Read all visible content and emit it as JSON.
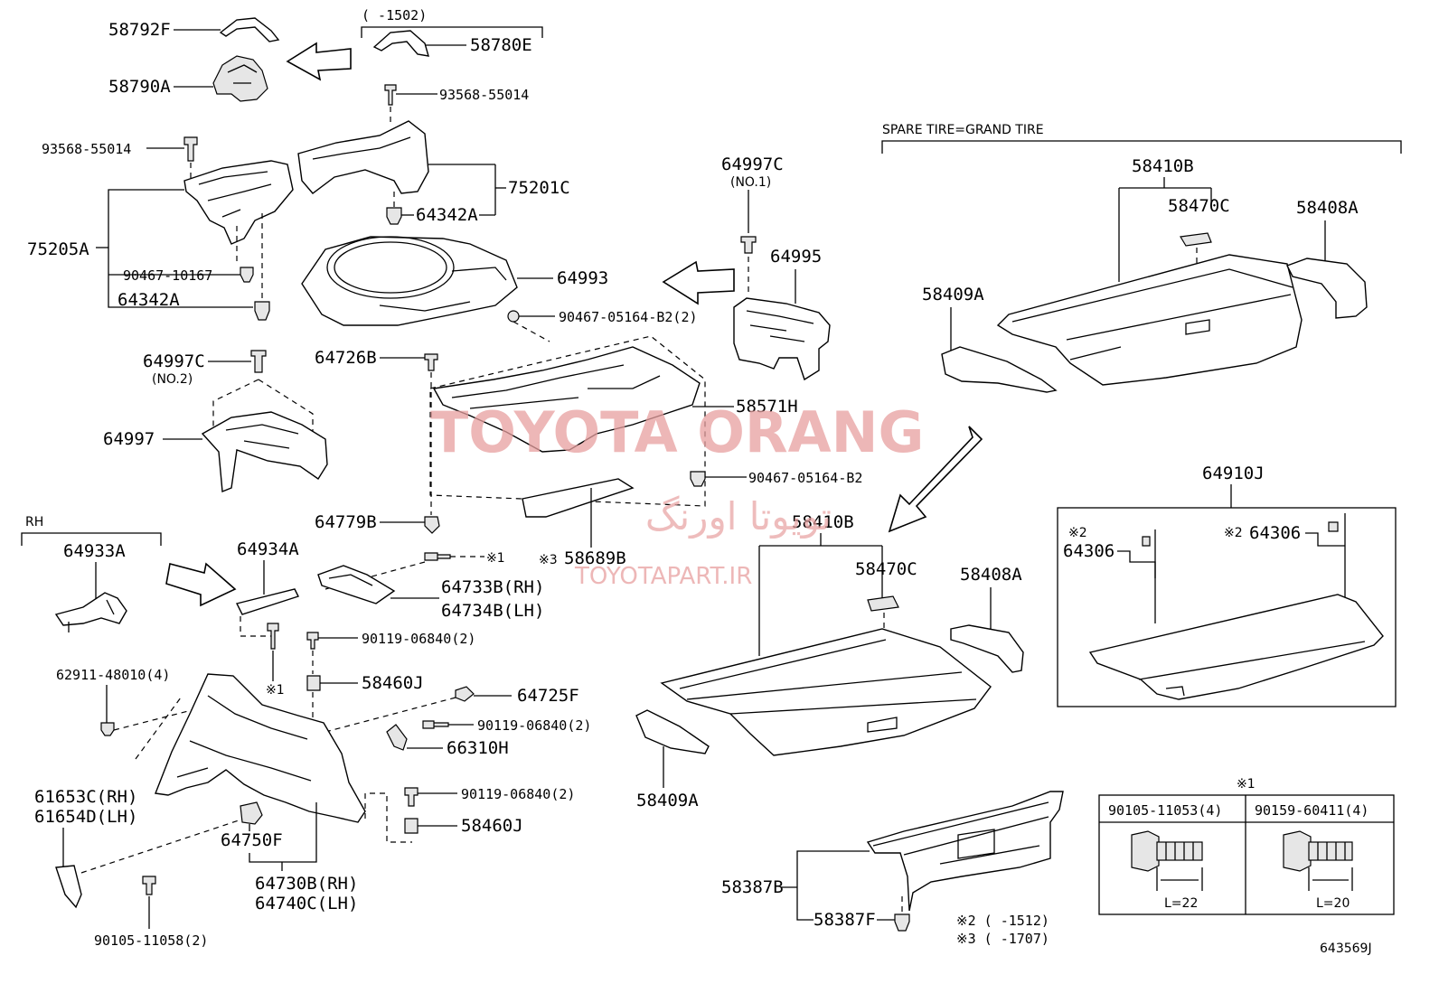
{
  "labels": {
    "p58792F": "58792F",
    "p58780E": "58780E",
    "p58780E_range": "(    -1502)",
    "p58790A": "58790A",
    "p93568a": "93568-55014",
    "p93568b": "93568-55014",
    "p75201C": "75201C",
    "p64342A_top": "64342A",
    "p75205A": "75205A",
    "p90467_10167": "90467-10167",
    "p64342A_left": "64342A",
    "p64993": "64993",
    "p64997C_1": "64997C",
    "p64997C_1_no": "(NO.1)",
    "p64995": "64995",
    "p90467_b2_2": "90467-05164-B2(2)",
    "p64726B": "64726B",
    "p58571H": "58571H",
    "p64997C_2": "64997C",
    "p64997C_2_no": "(NO.2)",
    "p64997": "64997",
    "p90467_b2": "90467-05164-B2",
    "p64779B": "64779B",
    "p58689B": "58689B",
    "p58689B_note": "※3",
    "rh_title": "RH",
    "p64933A": "64933A",
    "p64934A": "64934A",
    "note1": "※1",
    "note1b": "※1",
    "p64733B": "64733B(RH)",
    "p64734B": "64734B(LH)",
    "p90119a": "90119-06840(2)",
    "p58460J_a": "58460J",
    "p62911": "62911-48010(4)",
    "p64725F": "64725F",
    "p90119b": "90119-06840(2)",
    "p66310H": "66310H",
    "p61653C": "61653C(RH)",
    "p61654D": "61654D(LH)",
    "p90119c": "90119-06840(2)",
    "p58460J_b": "58460J",
    "p64750F": "64750F",
    "p64730B": "64730B(RH)",
    "p64740C": "64740C(LH)",
    "p90105_58": "90105-11058(2)",
    "spare_title": "SPARE TIRE=GRAND TIRE",
    "p58410B_top": "58410B",
    "p58470C_top": "58470C",
    "p58408A_top": "58408A",
    "p58409A_top": "58409A",
    "p58410B_mid": "58410B",
    "p58470C_mid": "58470C",
    "p58408A_mid": "58408A",
    "p58409A_bot": "58409A",
    "p64910J": "64910J",
    "p64306_l_note": "※2",
    "p64306_l": "64306",
    "p64306_r_note": "※2",
    "p64306_r": "64306",
    "p58387B": "58387B",
    "p58387F": "58387F",
    "fn2": "※2 (      -1512)",
    "fn3": "※3 (      -1707)",
    "table_note": "※1",
    "bolt1_code": "90105-11053(4)",
    "bolt2_code": "90159-60411(4)",
    "bolt1_len": "L=22",
    "bolt2_len": "L=20",
    "drawing_no": "643569J"
  },
  "watermark": {
    "line1": "TOYOTA ORANG",
    "line2": "تویوتا اورنگ",
    "line3": "TOYOTAPART.IR",
    "color": "#e8a0a0"
  }
}
